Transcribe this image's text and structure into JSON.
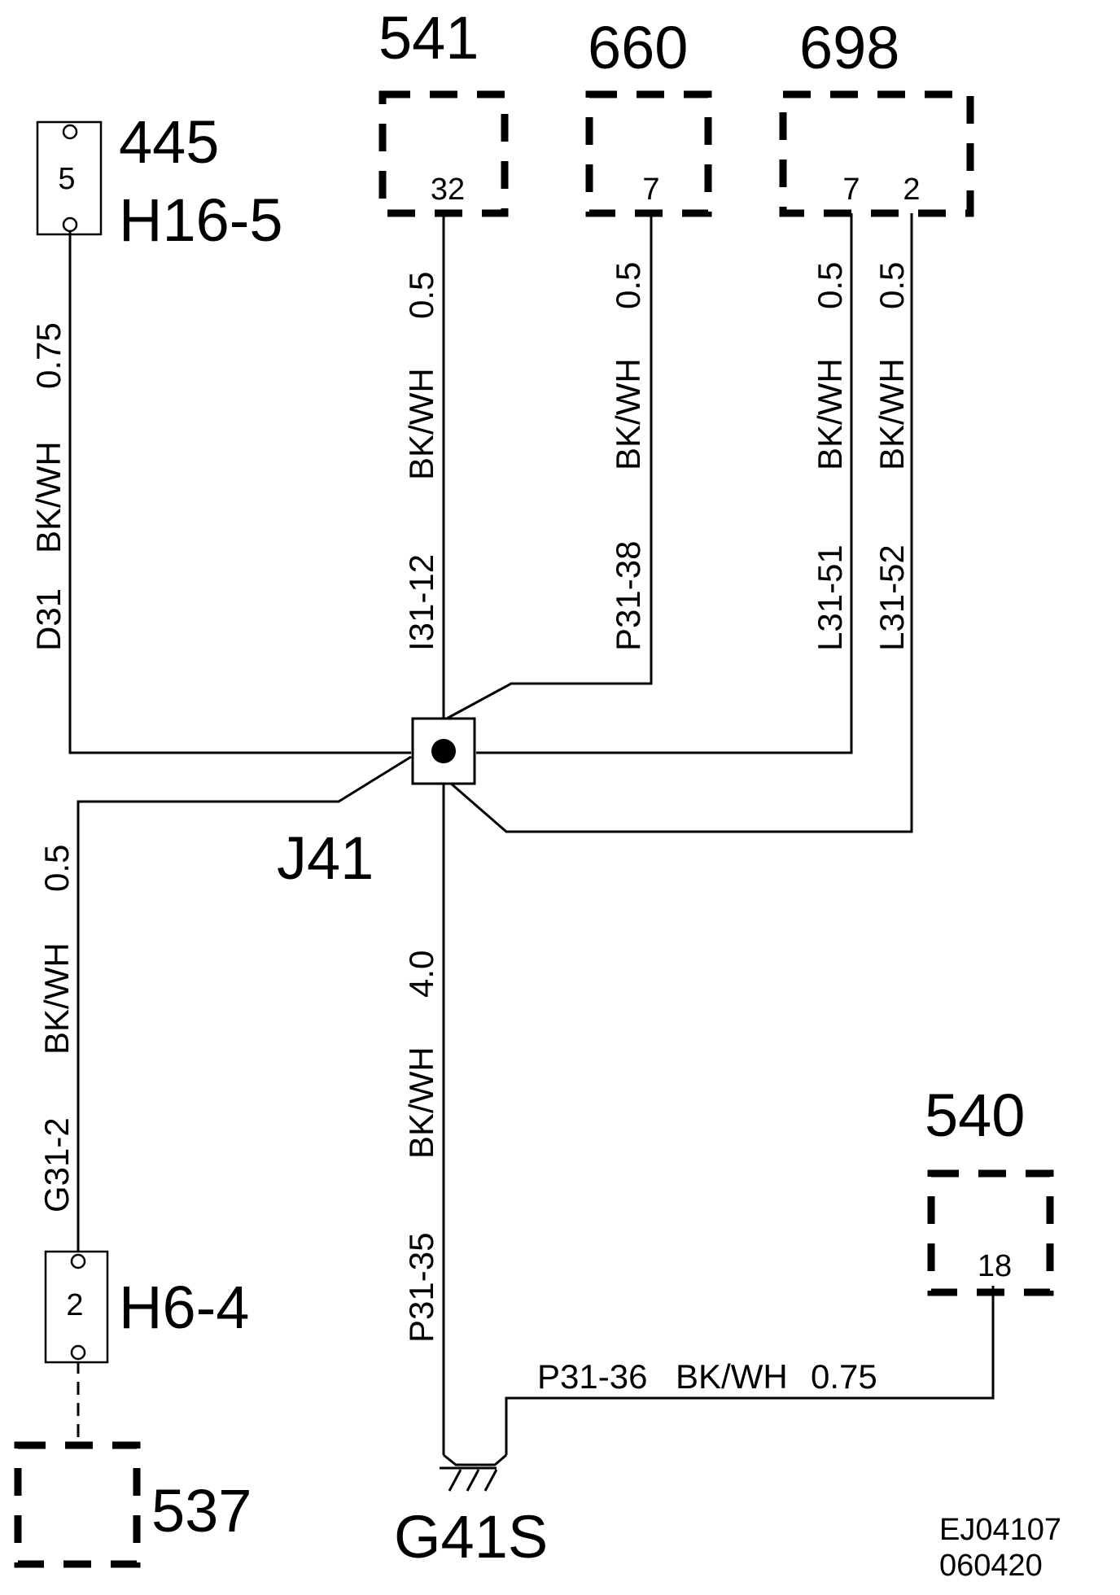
{
  "components": {
    "c541": {
      "label": "541",
      "pin": "32"
    },
    "c660": {
      "label": "660",
      "pin": "7"
    },
    "c698": {
      "label": "698",
      "pin_a": "7",
      "pin_b": "2"
    },
    "c540": {
      "label": "540",
      "pin": "18"
    },
    "c537": {
      "label": "537"
    }
  },
  "connectors": {
    "h16": {
      "id": "445",
      "name": "H16-5",
      "pin": "5"
    },
    "h6": {
      "name": "H6-4",
      "pin": "2"
    }
  },
  "splice": {
    "label": "J41"
  },
  "ground": {
    "label": "G41S"
  },
  "wires": {
    "d31": {
      "circuit": "D31",
      "color": "BK/WH",
      "size": "0.75"
    },
    "i31": {
      "circuit": "I31-12",
      "color": "BK/WH",
      "size": "0.5"
    },
    "p31_38": {
      "circuit": "P31-38",
      "color": "BK/WH",
      "size": "0.5"
    },
    "l31_51": {
      "circuit": "L31-51",
      "color": "BK/WH",
      "size": "0.5"
    },
    "l31_52": {
      "circuit": "L31-52",
      "color": "BK/WH",
      "size": "0.5"
    },
    "g31": {
      "circuit": "G31-2",
      "color": "BK/WH",
      "size": "0.5"
    },
    "p31_35": {
      "circuit": "P31-35",
      "color": "BK/WH",
      "size": "4.0"
    },
    "p31_36": {
      "circuit": "P31-36",
      "color": "BK/WH",
      "size": "0.75"
    }
  },
  "footer": {
    "code": "EJ04107",
    "date": "060420"
  }
}
